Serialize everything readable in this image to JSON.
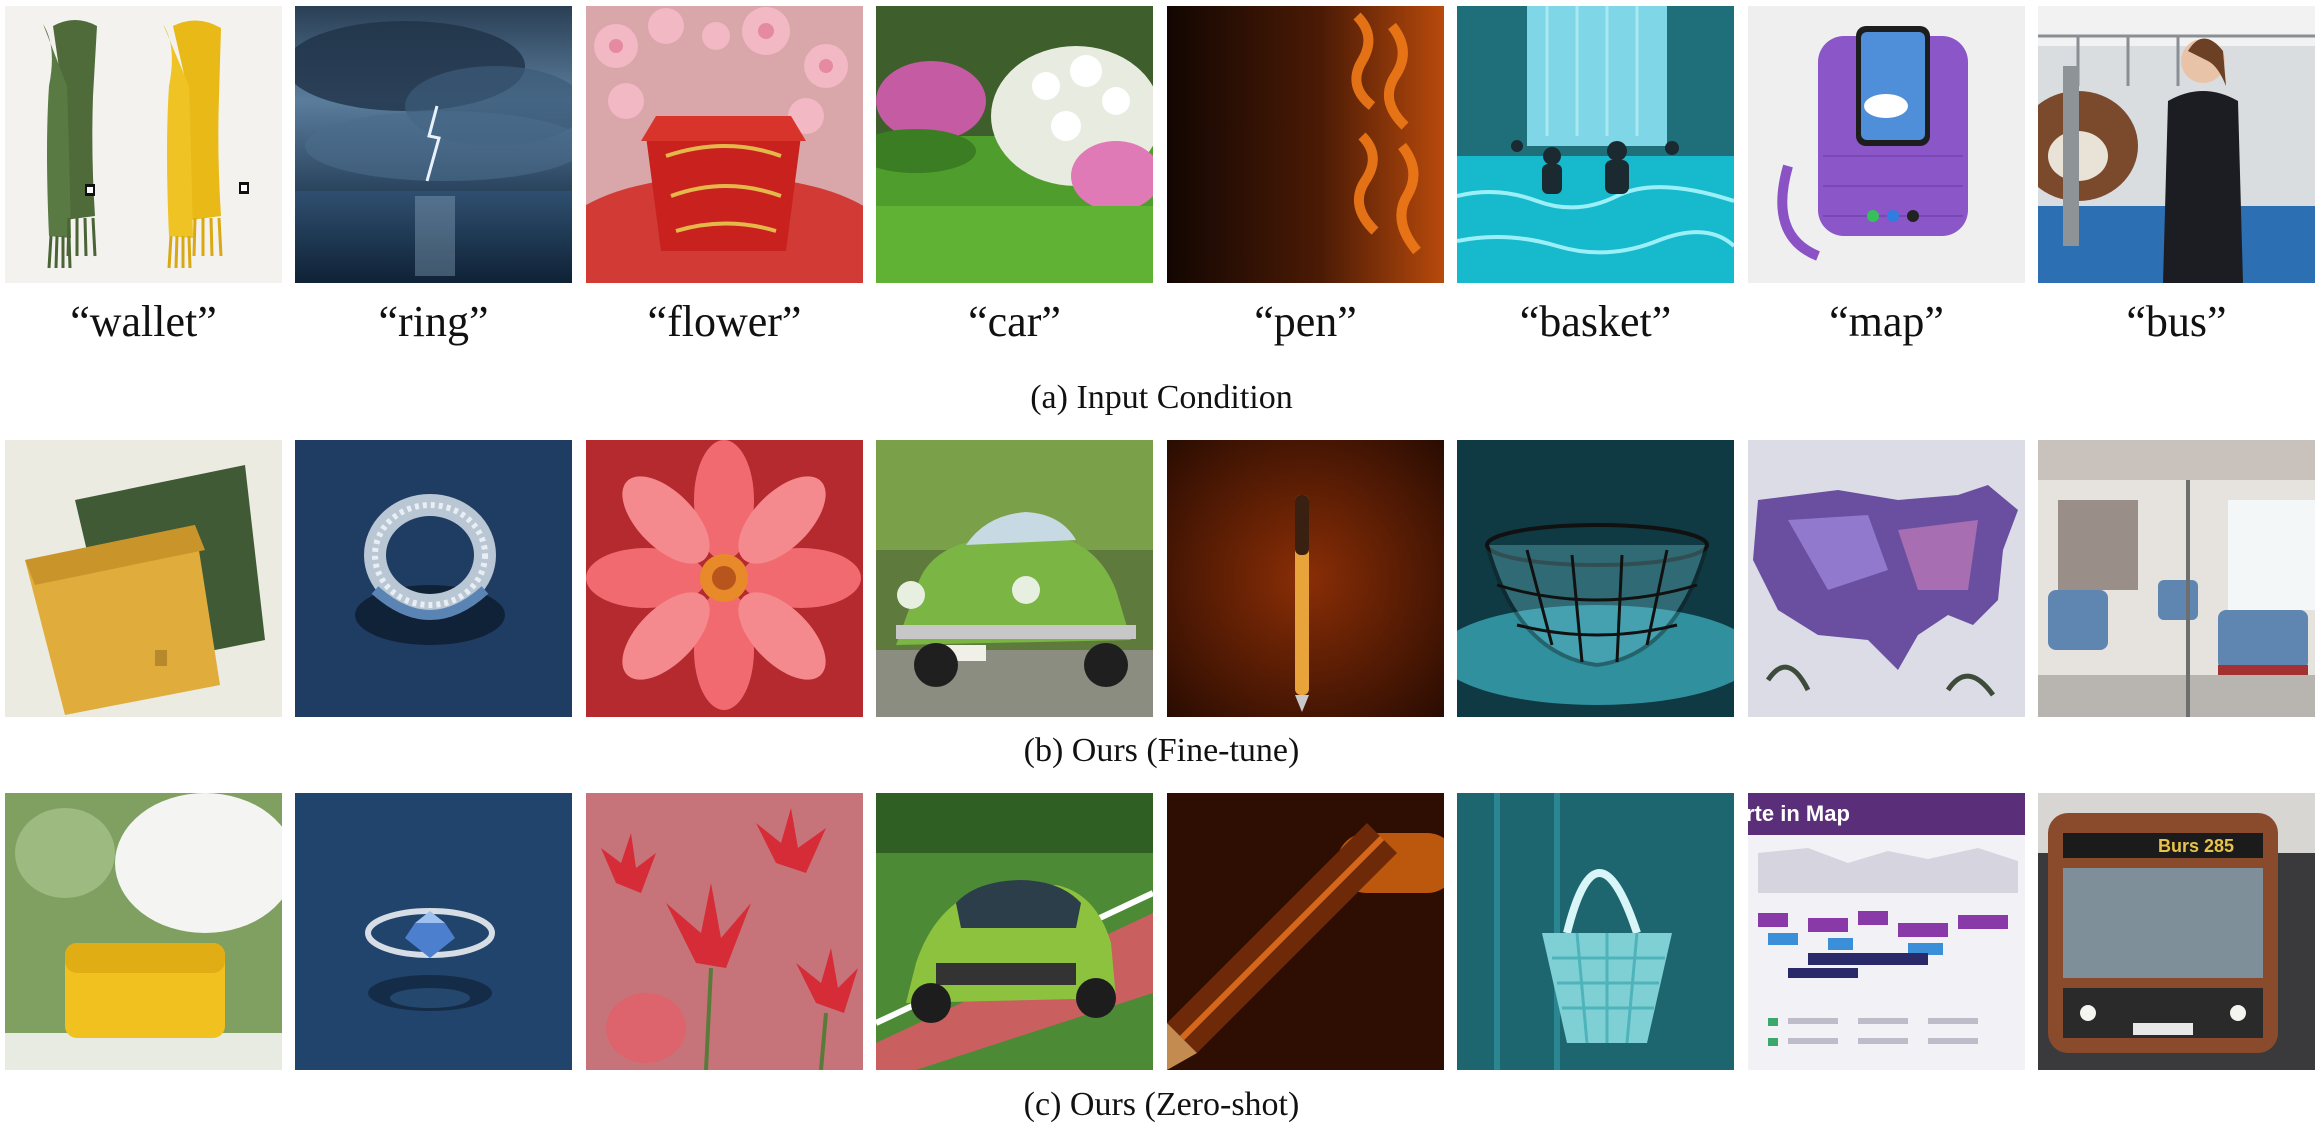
{
  "figure": {
    "prompts": [
      "“wallet”",
      "“ring”",
      "“flower”",
      "“car”",
      "“pen”",
      "“basket”",
      "“map”",
      "“bus”"
    ],
    "captions": {
      "input": "(a) Input Condition",
      "finetune": "(b) Ours (Fine-tune)",
      "zeroshot": "(c) Ours (Zero-shot)"
    },
    "overlays": {
      "map_banner": "rte in Map",
      "bus_sign": "Burs 285"
    }
  }
}
